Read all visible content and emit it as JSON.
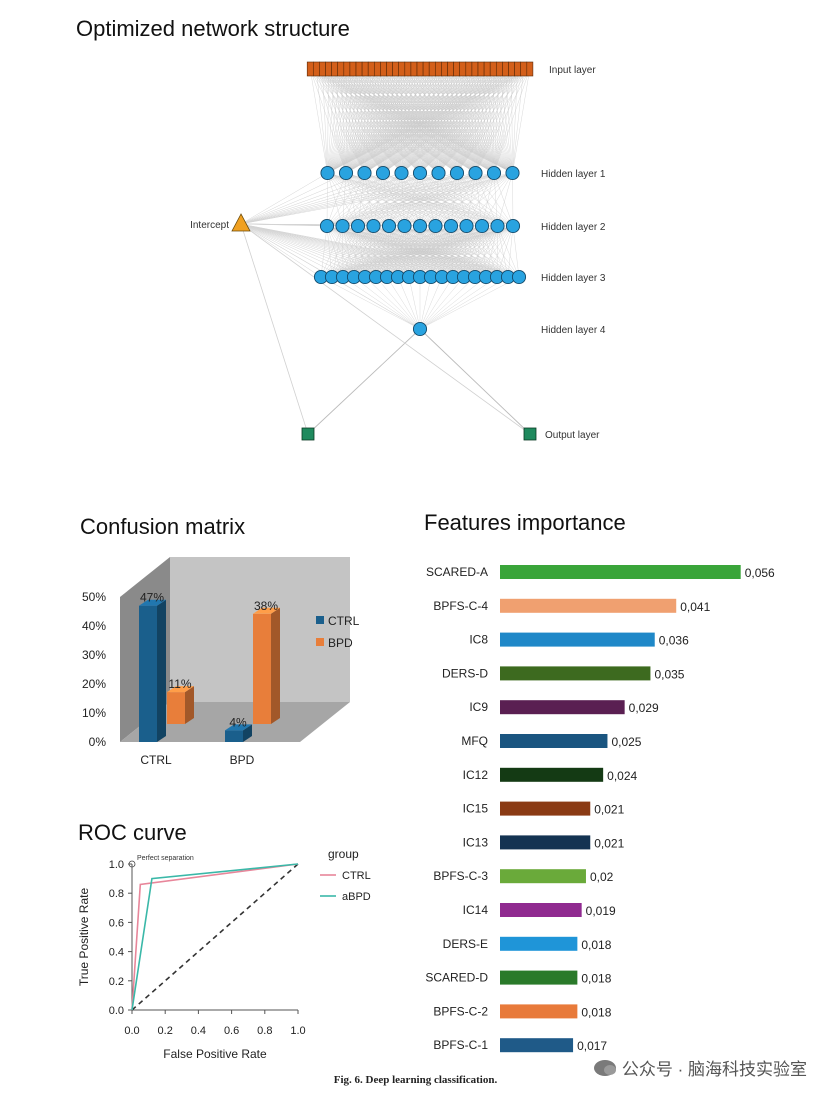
{
  "network": {
    "title": "Optimized network structure",
    "layers": [
      {
        "label": "Input layer",
        "shape": "rect",
        "count": 37,
        "color": "#d35f1a"
      },
      {
        "label": "Hidden layer 1",
        "shape": "circle",
        "count": 11,
        "color": "#29a3e0"
      },
      {
        "label": "Hidden layer 2",
        "shape": "circle",
        "count": 13,
        "color": "#29a3e0"
      },
      {
        "label": "Hidden layer 3",
        "shape": "circle",
        "count": 19,
        "color": "#29a3e0"
      },
      {
        "label": "Hidden layer 4",
        "shape": "circle",
        "count": 1,
        "color": "#29a3e0"
      }
    ],
    "intercept_label": "Intercept",
    "intercept_color": "#f0a020",
    "output_label": "Output layer",
    "output_count": 2,
    "output_color": "#1f8a5e"
  },
  "chart_data": [
    {
      "type": "bar",
      "title": "Confusion matrix",
      "categories": [
        "CTRL",
        "BPD"
      ],
      "series": [
        {
          "name": "CTRL",
          "color": "#1a5f8c",
          "values": [
            47,
            4
          ],
          "labels": [
            "47%",
            "4%"
          ]
        },
        {
          "name": "BPD",
          "color": "#e87e3a",
          "values": [
            11,
            38
          ],
          "labels": [
            "11%",
            "38%"
          ]
        }
      ],
      "ylim": [
        0,
        50
      ],
      "yticks": [
        "0%",
        "10%",
        "20%",
        "30%",
        "40%",
        "50%"
      ],
      "legend": "right"
    },
    {
      "type": "bar",
      "orientation": "horizontal",
      "title": "Features importance",
      "categories": [
        "SCARED-A",
        "BPFS-C-4",
        "IC8",
        "DERS-D",
        "IC9",
        "MFQ",
        "IC12",
        "IC15",
        "IC13",
        "BPFS-C-3",
        "IC14",
        "DERS-E",
        "SCARED-D",
        "BPFS-C-2",
        "BPFS-C-1"
      ],
      "values": [
        0.056,
        0.041,
        0.036,
        0.035,
        0.029,
        0.025,
        0.024,
        0.021,
        0.021,
        0.02,
        0.019,
        0.018,
        0.018,
        0.018,
        0.017
      ],
      "value_labels": [
        "0,056",
        "0,041",
        "0,036",
        "0,035",
        "0,029",
        "0,025",
        "0,024",
        "0,021",
        "0,021",
        "0,02",
        "0,019",
        "0,018",
        "0,018",
        "0,018",
        "0,017"
      ],
      "colors": [
        "#3aa53a",
        "#f0a070",
        "#1f88c8",
        "#3d6a1f",
        "#5a1f52",
        "#1a5580",
        "#143a14",
        "#8a3a14",
        "#143352",
        "#6aaa3a",
        "#902a90",
        "#1f95d8",
        "#2a7a2a",
        "#e87a3a",
        "#1f5a88"
      ]
    },
    {
      "type": "line",
      "title": "ROC curve",
      "xlabel": "False Positive Rate",
      "ylabel": "True Positive Rate",
      "xlim": [
        0,
        1
      ],
      "ylim": [
        0,
        1
      ],
      "xticks": [
        "0.0",
        "0.2",
        "0.4",
        "0.6",
        "0.8",
        "1.0"
      ],
      "yticks": [
        "0.0",
        "0.2",
        "0.4",
        "0.6",
        "0.8",
        "1.0"
      ],
      "legend_title": "group",
      "annotation": "Perfect separation",
      "series": [
        {
          "name": "CTRL",
          "color": "#e8869a",
          "x": [
            0,
            0.05,
            1
          ],
          "y": [
            0,
            0.86,
            1
          ]
        },
        {
          "name": "aBPD",
          "color": "#3ab8a8",
          "x": [
            0,
            0.12,
            1
          ],
          "y": [
            0,
            0.9,
            1
          ]
        }
      ]
    }
  ],
  "caption": "Fig. 6. Deep learning classification.",
  "watermark": "公众号 · 脑海科技实验室"
}
